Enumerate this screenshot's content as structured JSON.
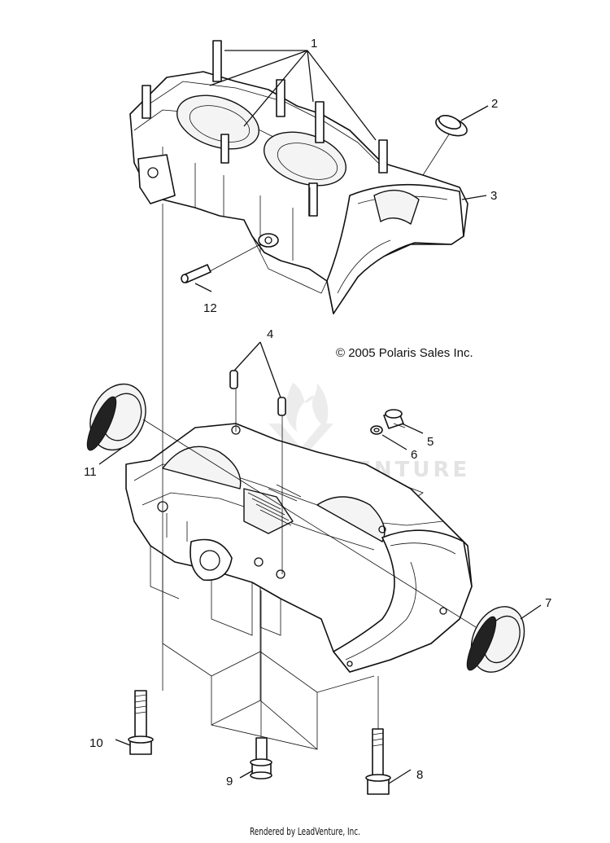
{
  "copyright": "© 2005 Polaris Sales Inc.",
  "footer": "Rendered by LeadVenture, Inc.",
  "watermark": "LEADVENTURE",
  "callouts": {
    "c1": "1",
    "c2": "2",
    "c3": "3",
    "c4": "4",
    "c5": "5",
    "c6": "6",
    "c7": "7",
    "c8": "8",
    "c9": "9",
    "c10": "10",
    "c11": "11",
    "c12": "12"
  }
}
